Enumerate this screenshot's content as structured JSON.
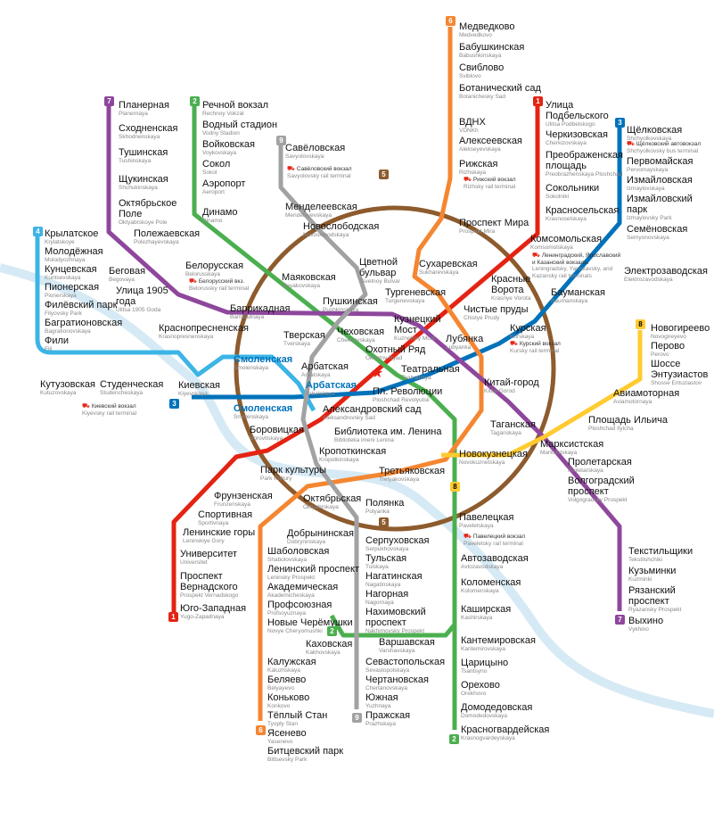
{
  "lines": [
    {
      "number": "1",
      "color": "#e42313"
    },
    {
      "number": "2",
      "color": "#4baf4f"
    },
    {
      "number": "3",
      "color": "#0072ba"
    },
    {
      "number": "4",
      "color": "#3cb4e6"
    },
    {
      "number": "5",
      "color": "#8d5b2d"
    },
    {
      "number": "6",
      "color": "#f58631"
    },
    {
      "number": "7",
      "color": "#8e479c"
    },
    {
      "number": "8",
      "color": "#ffcb31"
    },
    {
      "number": "9",
      "color": "#a1a2a3"
    }
  ],
  "river_color": "#d6eaf5",
  "stations": [
    {
      "ru": "Речной вокзал",
      "en": "Rechnoy Vokzal"
    },
    {
      "ru": "Водный стадион",
      "en": "Vodny Stadion"
    },
    {
      "ru": "Войковская",
      "en": "Voykovskaya"
    },
    {
      "ru": "Сокол",
      "en": "Sokol"
    },
    {
      "ru": "Аэропорт",
      "en": "Aeroport"
    },
    {
      "ru": "Динамо",
      "en": "Dinamo"
    },
    {
      "ru": "Белорусская",
      "en": "Belorusskaya"
    },
    {
      "ru": "Маяковская",
      "en": "Mayakovskaya"
    },
    {
      "ru": "Тверская",
      "en": "Tverskaya"
    },
    {
      "ru": "Театральная",
      "en": "Teatralnaya"
    },
    {
      "ru": "Новокузнецкая",
      "en": "Novokuznetskaya"
    },
    {
      "ru": "Павелецкая",
      "en": "Paveletskaya"
    },
    {
      "ru": "Автозаводская",
      "en": "Avtozavodskaya"
    },
    {
      "ru": "Коломенская",
      "en": "Kolomenskaya"
    },
    {
      "ru": "Каширская",
      "en": "Kashirskaya"
    },
    {
      "ru": "Кантемировская",
      "en": "Kantemirovskaya"
    },
    {
      "ru": "Царицыно",
      "en": "Tsaritsyno"
    },
    {
      "ru": "Орехово",
      "en": "Orekhovo"
    },
    {
      "ru": "Домодедовская",
      "en": "Domodedovskaya"
    },
    {
      "ru": "Красногвардейская",
      "en": "Krasnogvardeyskaya"
    },
    {
      "ru": "Каховская",
      "en": "Kakhovskaya"
    },
    {
      "ru": "Варшавская",
      "en": "Varshavskaya"
    },
    {
      "ru": "Планерная",
      "en": "Planernaya"
    },
    {
      "ru": "Сходненская",
      "en": "Skhodnenskaya"
    },
    {
      "ru": "Тушинская",
      "en": "Tushinskaya"
    },
    {
      "ru": "Щукинская",
      "en": "Shchukinskaya"
    },
    {
      "ru": "Октябрьское Поле",
      "en": "Oktyabrskoye Pole"
    },
    {
      "ru": "Полежаевская",
      "en": "Polezhayevskaya"
    },
    {
      "ru": "Беговая",
      "en": "Begovaya"
    },
    {
      "ru": "Улица 1905 года",
      "en": "Ulitsa 1905 Goda"
    },
    {
      "ru": "Баррикадная",
      "en": "Barrikadnaya"
    },
    {
      "ru": "Краснопресненская",
      "en": "Krasnopresnenskaya"
    },
    {
      "ru": "Пушкинская",
      "en": "Pushkinskaya"
    },
    {
      "ru": "Кузнецкий Мост",
      "en": "Kuznetsky Most"
    },
    {
      "ru": "Китай-город",
      "en": "Kitay-Gorod"
    },
    {
      "ru": "Таганская",
      "en": "Taganskaya"
    },
    {
      "ru": "Пролетарская",
      "en": "Proletarskaya"
    },
    {
      "ru": "Волгоградский проспект",
      "en": "Volgogradsky Prospekt"
    },
    {
      "ru": "Текстильщики",
      "en": "Tekstilshchiki"
    },
    {
      "ru": "Кузьминки",
      "en": "Kuzminki"
    },
    {
      "ru": "Рязанский проспект",
      "en": "Ryazansky Prospekt"
    },
    {
      "ru": "Выхино",
      "en": "Vykhino"
    },
    {
      "ru": "Улица Подбельского",
      "en": "Ulitsa Podbelskogo"
    },
    {
      "ru": "Черкизовская",
      "en": "Cherkizovskaya"
    },
    {
      "ru": "Преображенская площадь",
      "en": "Preobrazhenskaya Ploshchad"
    },
    {
      "ru": "Сокольники",
      "en": "Sokolniki"
    },
    {
      "ru": "Красносельская",
      "en": "Krasnoselskaya"
    },
    {
      "ru": "Комсомольская",
      "en": "Komsomolskaya"
    },
    {
      "ru": "Красные Ворота",
      "en": "Krasnye Vorota"
    },
    {
      "ru": "Чистые пруды",
      "en": "Chistye Prudy"
    },
    {
      "ru": "Лубянка",
      "en": "Lubyanka"
    },
    {
      "ru": "Охотный Ряд",
      "en": "Okhotny Ryad"
    },
    {
      "ru": "Библиотека им. Ленина",
      "en": "Biblioteka imeni Lenina"
    },
    {
      "ru": "Кропоткинская",
      "en": "Kropotkinskaya"
    },
    {
      "ru": "Парк культуры",
      "en": "Park Kultury"
    },
    {
      "ru": "Фрунзенская",
      "en": "Frunzenskaya"
    },
    {
      "ru": "Спортивная",
      "en": "Sportivnaya"
    },
    {
      "ru": "Ленинские горы",
      "en": "Leninskiye Gory"
    },
    {
      "ru": "Университет",
      "en": "Universitet"
    },
    {
      "ru": "Проспект Вернадского",
      "en": "Prospekt Vernadskogo"
    },
    {
      "ru": "Юго-Западная",
      "en": "Yugo-Zapadnaya"
    },
    {
      "ru": "Медведково",
      "en": "Medvedkovo"
    },
    {
      "ru": "Бабушкинская",
      "en": "Babushkinskaya"
    },
    {
      "ru": "Свиблово",
      "en": "Sviblovo"
    },
    {
      "ru": "Ботанический сад",
      "en": "Botanichesky Sad"
    },
    {
      "ru": "ВДНХ",
      "en": "VDNKh"
    },
    {
      "ru": "Алексеевская",
      "en": "Alekseyevskaya"
    },
    {
      "ru": "Рижская",
      "en": "Rizhskaya"
    },
    {
      "ru": "Проспект Мира",
      "en": "Prospekt Mira"
    },
    {
      "ru": "Сухаревская",
      "en": "Sukharevskaya"
    },
    {
      "ru": "Тургеневская",
      "en": "Turgenevskaya"
    },
    {
      "ru": "Третьяковская",
      "en": "Tretyakovskaya"
    },
    {
      "ru": "Октябрьская",
      "en": "Oktyabrskaya"
    },
    {
      "ru": "Шаболовская",
      "en": "Shabolovskaya"
    },
    {
      "ru": "Ленинский проспект",
      "en": "Leninsky Prospekt"
    },
    {
      "ru": "Академическая",
      "en": "Akademicheskaya"
    },
    {
      "ru": "Профсоюзная",
      "en": "Profsoyuznaya"
    },
    {
      "ru": "Новые Черёмушки",
      "en": "Novye Cheryomushki"
    },
    {
      "ru": "Калужская",
      "en": "Kaluzhskaya"
    },
    {
      "ru": "Беляево",
      "en": "Belyayevo"
    },
    {
      "ru": "Коньково",
      "en": "Konkovo"
    },
    {
      "ru": "Тёплый Стан",
      "en": "Tyoply Stan"
    },
    {
      "ru": "Ясенево",
      "en": "Yasenevo"
    },
    {
      "ru": "Битцевский парк",
      "en": "Bittsevsky Park"
    },
    {
      "ru": "Щёлковская",
      "en": "Shchyolkovskaya"
    },
    {
      "ru": "Первомайская",
      "en": "Pervomayskaya"
    },
    {
      "ru": "Измайловская",
      "en": "Izmaylovskaya"
    },
    {
      "ru": "Измайловский парк",
      "en": "Izmaylovsky Park"
    },
    {
      "ru": "Семёновская",
      "en": "Semyonovskaya"
    },
    {
      "ru": "Электрозаводская",
      "en": "Elektrozavodskaya"
    },
    {
      "ru": "Бауманская",
      "en": "Baumanskaya"
    },
    {
      "ru": "Курская",
      "en": "Kurskaya"
    },
    {
      "ru": "Пл. Революции",
      "en": "Ploshchad Revolyutsii"
    },
    {
      "ru": "Арбатская",
      "en": "Arbatskaya"
    },
    {
      "ru": "Смоленская",
      "en": "Smolenskaya"
    },
    {
      "ru": "Киевская",
      "en": "Kiyevskaya"
    },
    {
      "ru": "Крылатское",
      "en": "Krylatskoye"
    },
    {
      "ru": "Молодёжная",
      "en": "Molodyozhnaya"
    },
    {
      "ru": "Кунцевская",
      "en": "Kuntsevskaya"
    },
    {
      "ru": "Пионерская",
      "en": "Pionerskaya"
    },
    {
      "ru": "Филёвский парк",
      "en": "Filyovsky Park"
    },
    {
      "ru": "Багратионовская",
      "en": "Bagrationovskaya"
    },
    {
      "ru": "Фили",
      "en": "Fili"
    },
    {
      "ru": "Кутузовская",
      "en": "Kutuzovskaya"
    },
    {
      "ru": "Студенческая",
      "en": "Studencheskaya"
    },
    {
      "ru": "Смоленская",
      "en": "Smolenskaya"
    },
    {
      "ru": "Арбатская",
      "en": "Arbatskaya"
    },
    {
      "ru": "Александровский сад",
      "en": "Aleksandrovsky Sad"
    },
    {
      "ru": "Новогиреево",
      "en": "Novogireyevo"
    },
    {
      "ru": "Перово",
      "en": "Perovo"
    },
    {
      "ru": "Шоссе Энтузиастов",
      "en": "Shosse Entuziastov"
    },
    {
      "ru": "Авиамоторная",
      "en": "Aviamotornaya"
    },
    {
      "ru": "Площадь Ильича",
      "en": "Ploshchad Ilyicha"
    },
    {
      "ru": "Марксистская",
      "en": "Marksistskaya"
    },
    {
      "ru": "Савёловская",
      "en": "Savyolovskaya"
    },
    {
      "ru": "Менделеевская",
      "en": "Mendeleyevskaya"
    },
    {
      "ru": "Цветной бульвар",
      "en": "Tsvetnoy Bulvar"
    },
    {
      "ru": "Чеховская",
      "en": "Chekhovskaya"
    },
    {
      "ru": "Боровицкая",
      "en": "Borovitskaya"
    },
    {
      "ru": "Полянка",
      "en": "Polyanka"
    },
    {
      "ru": "Серпуховская",
      "en": "Serpukhovskaya"
    },
    {
      "ru": "Тульская",
      "en": "Tulskaya"
    },
    {
      "ru": "Нагатинская",
      "en": "Nagatinskaya"
    },
    {
      "ru": "Нагорная",
      "en": "Nagornaya"
    },
    {
      "ru": "Нахимовский проспект",
      "en": "Nakhimovsky Prospekt"
    },
    {
      "ru": "Севастопольская",
      "en": "Sevastopolskaya"
    },
    {
      "ru": "Чертановская",
      "en": "Chertanovskaya"
    },
    {
      "ru": "Южная",
      "en": "Yuzhnaya"
    },
    {
      "ru": "Пражская",
      "en": "Prazhskaya"
    },
    {
      "ru": "Новослободская",
      "en": "Novoslobodskaya"
    },
    {
      "ru": "Добрынинская",
      "en": "Dobryninskaya"
    }
  ],
  "rail_terminals": [
    {
      "ru": "Савёловский вокзал",
      "en": "Savyolovsky rail terminal"
    },
    {
      "ru": "Белорусский вкз.",
      "en": "Belorussky rail terminal"
    },
    {
      "ru": "Рижский вокзал",
      "en": "Rizhsky rail terminal"
    },
    {
      "ru": "Ленинградский, Ярославский и Казанский вокзалы",
      "en": "Leningradsky, Yaroslavsky, and Kazansky rail terminals"
    },
    {
      "ru": "Курский вокзал",
      "en": "Kursky rail terminal"
    },
    {
      "ru": "Киевский вокзал",
      "en": "Kiyevsky rail terminal"
    },
    {
      "ru": "Павелецкий вокзал",
      "en": "Paveletsky rail terminal"
    },
    {
      "ru": "Щёлковский автовокзал",
      "en": "Shchyolkovsky bus terminal"
    }
  ]
}
